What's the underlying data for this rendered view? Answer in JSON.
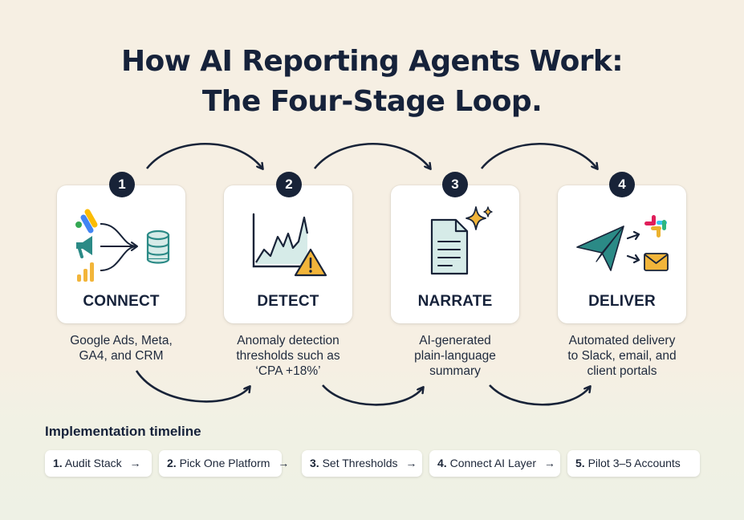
{
  "title": {
    "line1": "How AI Reporting Agents Work:",
    "line2": "The Four-Stage Loop."
  },
  "stages": [
    {
      "number": "1",
      "label": "CONNECT",
      "desc": [
        "Google Ads, Meta,",
        "GA4, and CRM"
      ],
      "icon": "data-sources-to-database-icon"
    },
    {
      "number": "2",
      "label": "DETECT",
      "desc": [
        "Anomaly detection",
        "thresholds such as",
        "‘CPA +18%’"
      ],
      "icon": "line-chart-warning-icon"
    },
    {
      "number": "3",
      "label": "NARRATE",
      "desc": [
        "AI-generated",
        "plain-language",
        "summary"
      ],
      "icon": "document-sparkle-icon"
    },
    {
      "number": "4",
      "label": "DELIVER",
      "desc": [
        "Automated delivery",
        "to Slack, email, and",
        "client portals"
      ],
      "icon": "paper-plane-slack-email-icon"
    }
  ],
  "timeline": {
    "heading": "Implementation timeline",
    "steps": [
      {
        "num": "1.",
        "text": "Audit Stack",
        "arrow": "→"
      },
      {
        "num": "2.",
        "text": "Pick One Platform",
        "arrow": "→"
      },
      {
        "num": "3.",
        "text": "Set Thresholds",
        "arrow": "→"
      },
      {
        "num": "4.",
        "text": "Connect AI Layer",
        "arrow": "→"
      },
      {
        "num": "5.",
        "text": "Pilot 3–5 Accounts",
        "arrow": ""
      }
    ]
  },
  "colors": {
    "background": "#f6efe3",
    "navy": "#182338",
    "teal": "#2b8a86",
    "teal_light": "#d6ebe8",
    "amber": "#f2b53a",
    "ads_blue": "#4285f4",
    "ads_green": "#34a853",
    "ads_yellow": "#fbbc04"
  }
}
